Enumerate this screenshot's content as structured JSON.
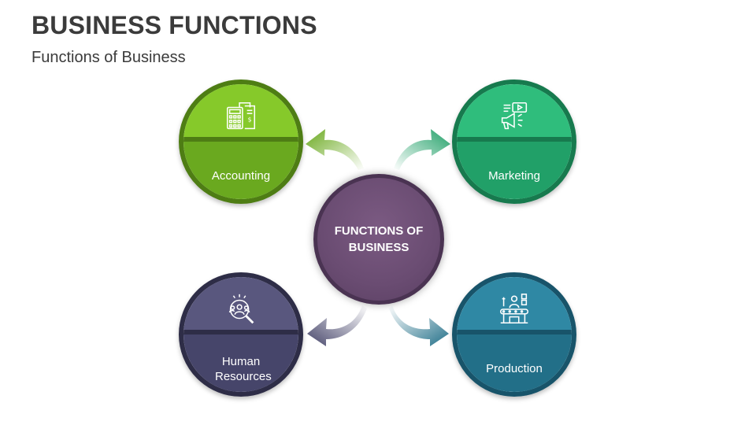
{
  "title": "BUSINESS FUNCTIONS",
  "subtitle": "Functions of Business",
  "center": {
    "label": "FUNCTIONS OF BUSINESS",
    "color": "#6a4c72"
  },
  "nodes": [
    {
      "label": "Accounting",
      "icon": "calculator-document-icon",
      "top_color": "#86c92a",
      "bottom_color": "#6aa91f",
      "ring_color": "#4e7d14"
    },
    {
      "label": "Marketing",
      "icon": "megaphone-video-icon",
      "top_color": "#2fbd7c",
      "bottom_color": "#21a068",
      "ring_color": "#177a4e"
    },
    {
      "label": "Human Resources",
      "icon": "people-search-icon",
      "top_color": "#59577e",
      "bottom_color": "#46456a",
      "ring_color": "#2e2d47"
    },
    {
      "label": "Production",
      "icon": "factory-conveyor-icon",
      "top_color": "#2f88a4",
      "bottom_color": "#226f88",
      "ring_color": "#18546a"
    }
  ]
}
